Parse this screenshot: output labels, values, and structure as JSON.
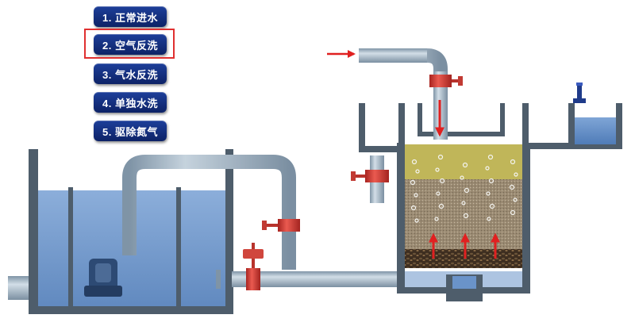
{
  "menu": {
    "items": [
      {
        "label": "1. 正常进水"
      },
      {
        "label": "2. 空气反洗"
      },
      {
        "label": "3. 气水反洗"
      },
      {
        "label": "4. 单独水洗"
      },
      {
        "label": "5. 驱除氮气"
      }
    ],
    "selected_index": 1
  },
  "colors": {
    "water": "#6a93c9",
    "pipe": "#9fb3c3",
    "valve": "#d43c34",
    "arrow": "#e02020",
    "tank_wall": "#4e5d6b",
    "menu_button": "#142f80",
    "highlight": "#e03030"
  }
}
